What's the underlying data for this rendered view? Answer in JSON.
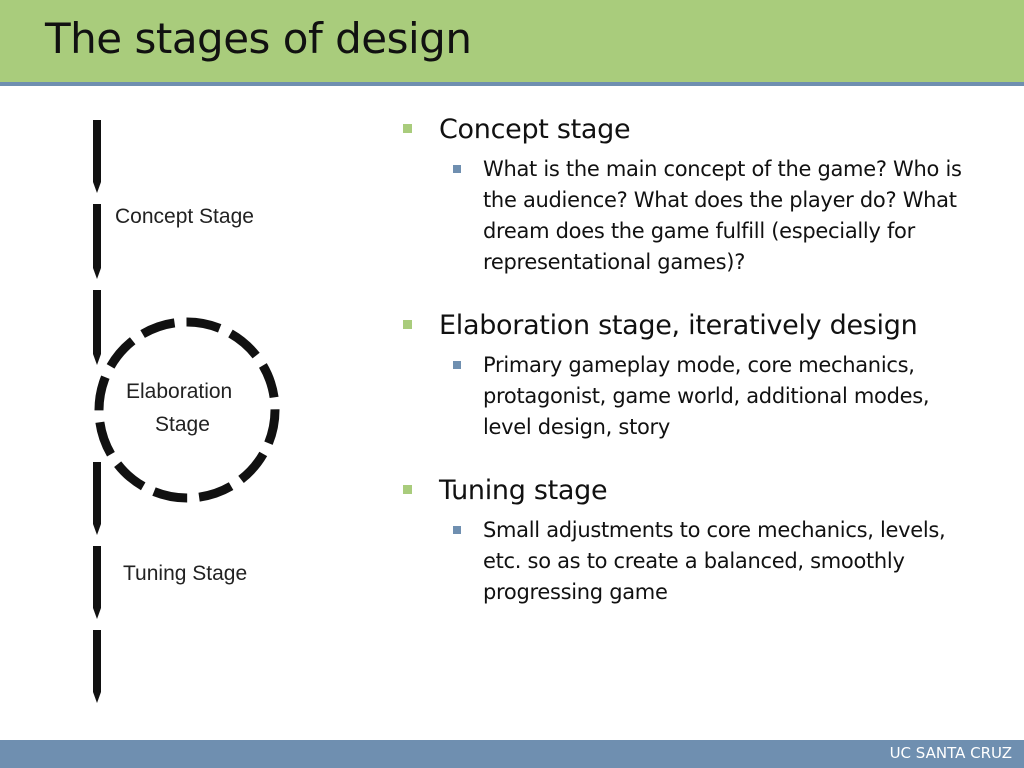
{
  "title": "The stages of design",
  "diagram": {
    "stages": {
      "concept": "Concept Stage",
      "elaboration_line1": "Elaboration",
      "elaboration_line2": "Stage",
      "tuning": "Tuning Stage"
    }
  },
  "content": {
    "sections": [
      {
        "heading": "Concept stage",
        "detail": "What is the main concept of the game? Who is the audience? What does the player do? What dream does the game fulfill (especially for representational games)?"
      },
      {
        "heading": "Elaboration stage, iteratively design",
        "detail": "Primary gameplay mode, core mechanics, protagonist, game world, additional modes, level design, story"
      },
      {
        "heading": "Tuning stage",
        "detail": "Small adjustments to core mechanics, levels, etc. so as to create a balanced, smoothly progressing game"
      }
    ]
  },
  "footer": {
    "text": "UC SANTA CRUZ"
  },
  "colors": {
    "title_bar": "#a9cc7c",
    "accent_blue": "#6f8fb0",
    "bullet_green": "#a9cc7c"
  }
}
